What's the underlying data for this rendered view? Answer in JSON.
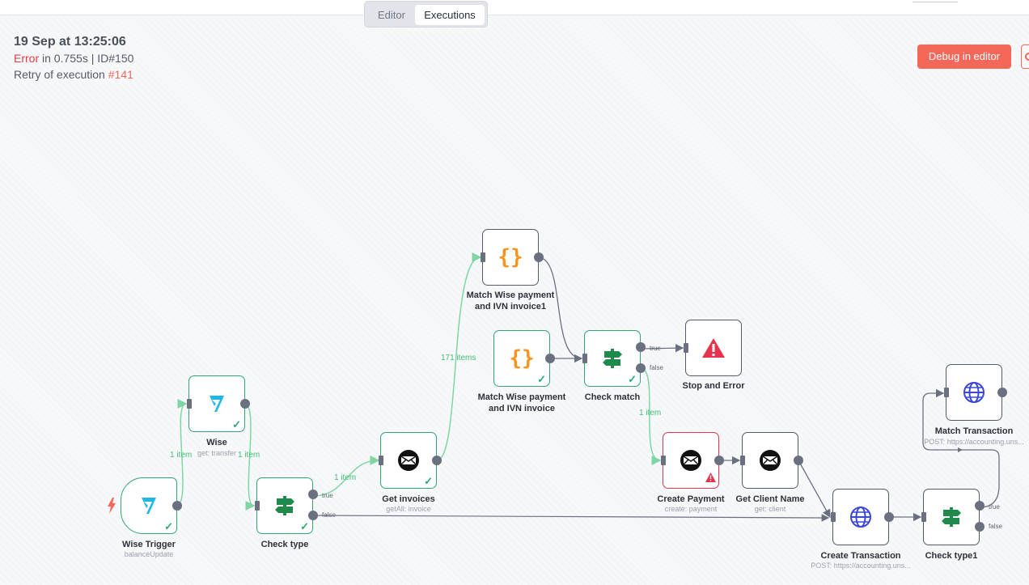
{
  "tabs": {
    "editor": "Editor",
    "executions": "Executions"
  },
  "execution": {
    "date": "19 Sep at 13:25:06",
    "status": "Error",
    "duration_text": " in 0.755s | ID#150",
    "retry_prefix": "Retry of execution ",
    "retry_link": "#141"
  },
  "actions": {
    "debug_label": "Debug in editor"
  },
  "nodes": {
    "wise_trigger": {
      "label": "Wise Trigger",
      "sub": "balanceUpdate",
      "icon": "wise-icon"
    },
    "wise": {
      "label": "Wise",
      "sub": "get: transfer",
      "icon": "wise-icon"
    },
    "check_type": {
      "label": "Check type",
      "icon": "signpost-icon"
    },
    "get_invoices": {
      "label": "Get invoices",
      "sub": "getAll: invoice",
      "icon": "invoice-ninja-icon"
    },
    "match1": {
      "label_l1": "Match Wise payment",
      "label_l2": "and IVN invoice1",
      "icon": "code-braces-icon"
    },
    "match": {
      "label_l1": "Match Wise payment",
      "label_l2": "and IVN invoice",
      "icon": "code-braces-icon"
    },
    "check_match": {
      "label": "Check match",
      "icon": "signpost-icon"
    },
    "stop_error": {
      "label": "Stop and Error",
      "icon": "warning-icon"
    },
    "create_payment": {
      "label": "Create Payment",
      "sub": "create: payment",
      "icon": "invoice-ninja-icon"
    },
    "get_client": {
      "label": "Get Client Name",
      "sub": "get: client",
      "icon": "invoice-ninja-icon"
    },
    "create_transaction": {
      "label": "Create Transaction",
      "sub": "POST: https://accounting.uns...",
      "icon": "globe-icon"
    },
    "check_type1": {
      "label": "Check type1",
      "icon": "signpost-icon"
    },
    "match_transaction": {
      "label": "Match Transaction",
      "sub": "POST: https://accounting.uns...",
      "icon": "globe-icon"
    }
  },
  "edge_labels": {
    "trigger_wise": "1 item",
    "wise_check": "1 item",
    "check_invoices": "1 item",
    "invoices_match": "171 items",
    "checkmatch_payment": "1 item"
  },
  "outputs": {
    "true": "true",
    "false": "false"
  },
  "colors": {
    "success": "#2ea872",
    "error": "#e5334b",
    "accent": "#f4685a",
    "edge_active": "#7fd6a4",
    "edge_idle": "#6b7080"
  }
}
